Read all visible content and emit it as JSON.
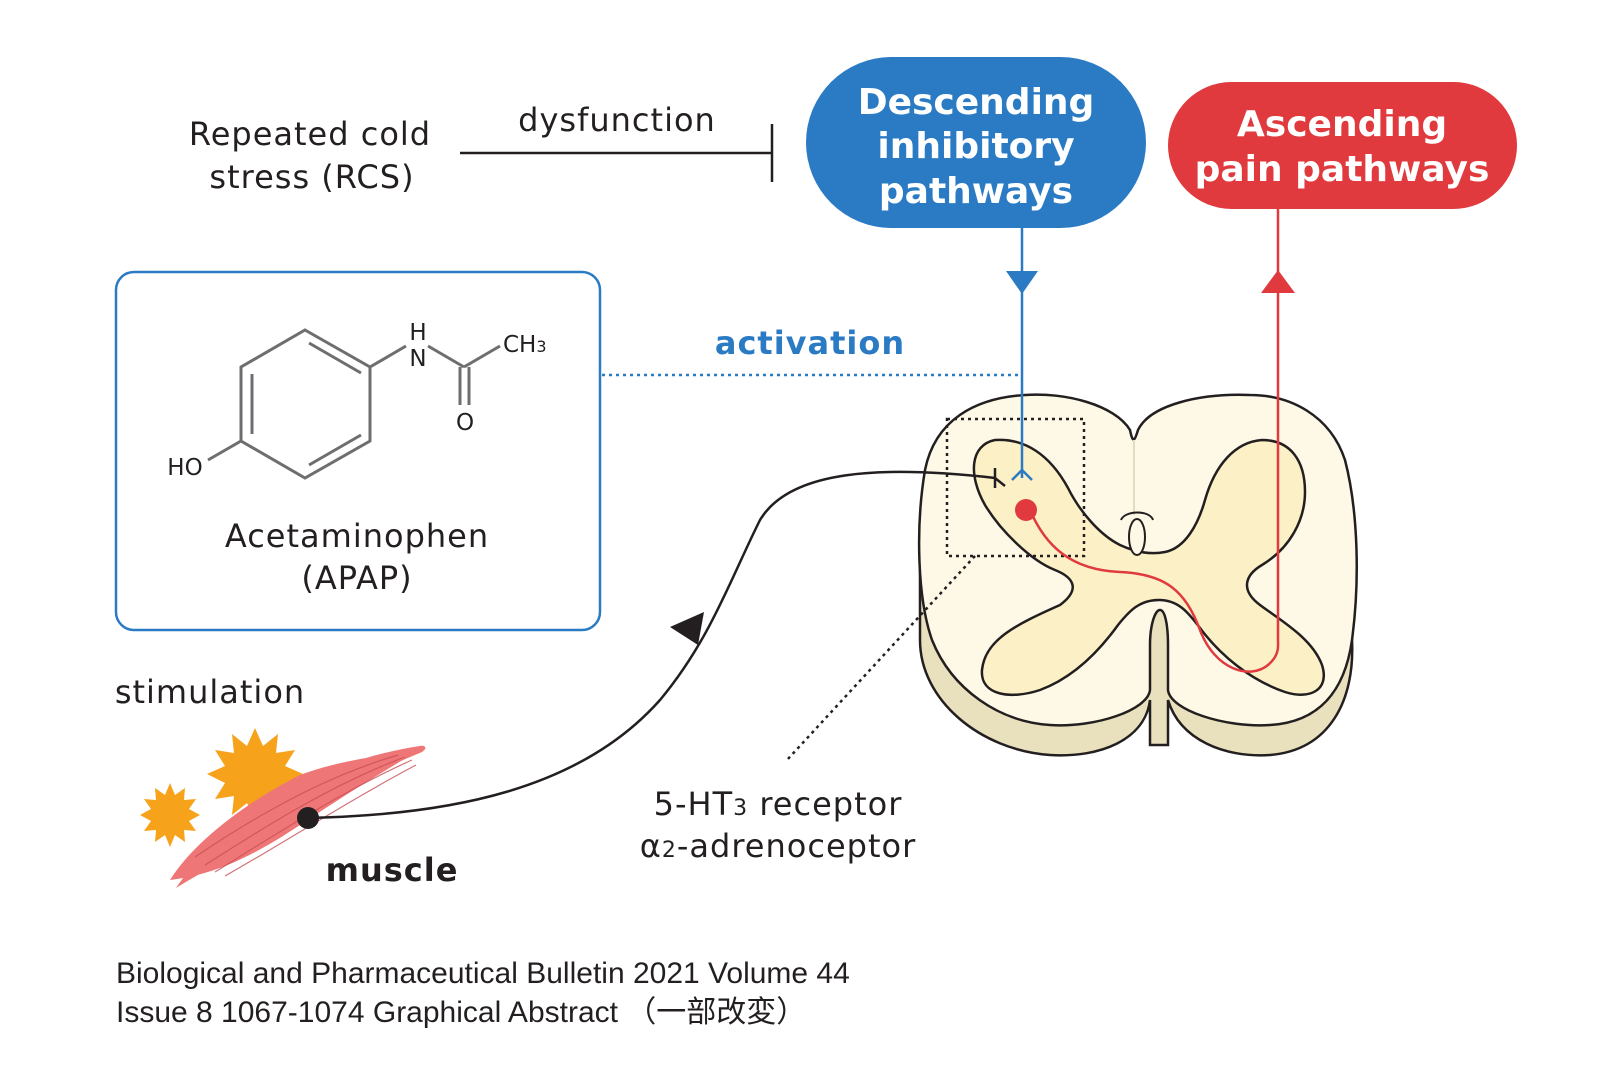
{
  "labels": {
    "rcs_line1": "Repeated cold",
    "rcs_line2": "stress (RCS)",
    "dysfunction": "dysfunction",
    "descending_line1": "Descending",
    "descending_line2": "inhibitory",
    "descending_line3": "pathways",
    "ascending_line1": "Ascending",
    "ascending_line2": "pain pathways",
    "activation": "activation",
    "apap_name_line1": "Acetaminophen",
    "apap_name_line2": "(APAP)",
    "stimulation": "stimulation",
    "muscle": "muscle",
    "receptor_line1_a": "5-HT",
    "receptor_line1_sub": "3",
    "receptor_line1_b": " receptor",
    "receptor_line2_a": "α",
    "receptor_line2_sub": "2",
    "receptor_line2_b": "-adrenoceptor"
  },
  "molecule": {
    "h": "H",
    "n": "N",
    "ch3_base": "CH",
    "ch3_sub": "3",
    "o": "O",
    "ho": "HO"
  },
  "citation": {
    "line1": "Biological and Pharmaceutical Bulletin 2021 Volume 44",
    "line2": "Issue 8 1067-1074 Graphical Abstract （一部改変）"
  },
  "colors": {
    "descending": "#2a7bc4",
    "ascending": "#e03a3e",
    "muscle": "#ef7676",
    "star": "#f7a21b",
    "cord_white": "#fdf9e6",
    "cord_gray": "#fcf1c6",
    "cord_side": "#e9e1bd"
  }
}
